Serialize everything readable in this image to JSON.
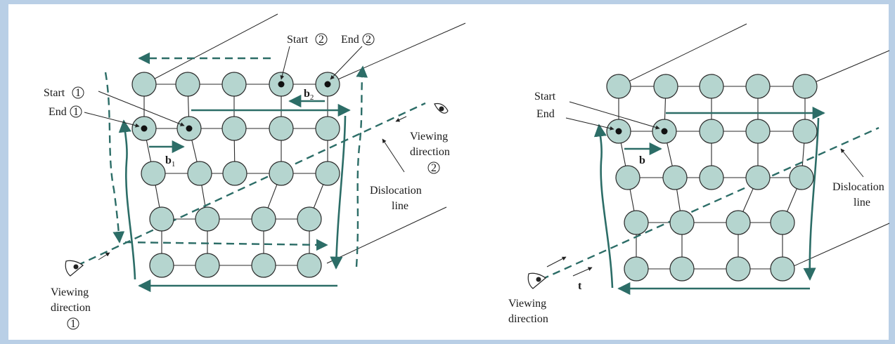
{
  "left_diagram": {
    "start2": "Start",
    "end2": "End",
    "start1": "Start",
    "end1": "End",
    "circle1": "1",
    "circle2": "2",
    "b1": "b",
    "b1_sub": "1",
    "b2": "b",
    "b2_sub": "2",
    "viewing1_line1": "Viewing",
    "viewing1_line2": "direction",
    "viewing2_line1": "Viewing",
    "viewing2_line2": "direction",
    "dislocation_line1": "Dislocation",
    "dislocation_line2": "line"
  },
  "right_diagram": {
    "start": "Start",
    "end": "End",
    "b": "b",
    "t": "t",
    "viewing_line1": "Viewing",
    "viewing_line2": "direction",
    "dislocation_line1": "Dislocation",
    "dislocation_line2": "line"
  },
  "colors": {
    "accent": "#2c6d67",
    "atom_fill": "#b5d5cf",
    "frame": "#b9cfe6"
  }
}
